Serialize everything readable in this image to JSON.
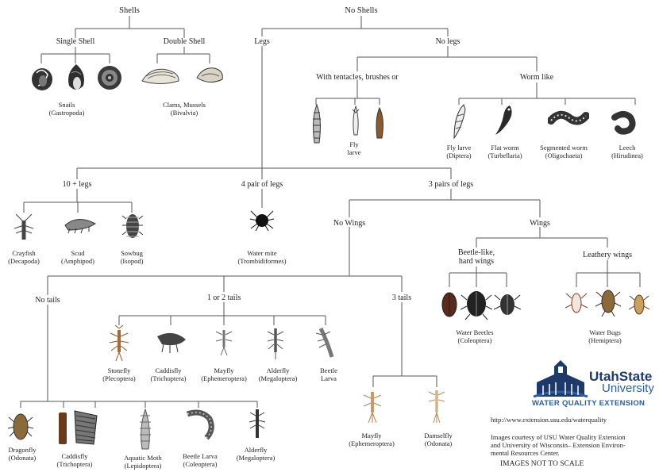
{
  "labels": {
    "shells": "Shells",
    "no_shells": "No Shells",
    "single_shell": "Single Shell",
    "double_shell": "Double Shell",
    "legs": "Legs",
    "no_legs": "No legs",
    "tentacles": "With tentacles, brushes or",
    "worm_like": "Worm like",
    "ten_legs": "10 + legs",
    "four_pair": "4 pair of legs",
    "three_pairs": "3 pairs of legs",
    "no_wings": "No Wings",
    "wings": "Wings",
    "beetle_like": [
      "Beetle-like,",
      "hard wings"
    ],
    "leathery": "Leathery wings",
    "no_tails": "No tails",
    "one_two_tails": "1 or 2 tails",
    "three_tails": "3 tails"
  },
  "captions": {
    "snails": [
      "Snails",
      "(Gastropoda)"
    ],
    "clams": [
      "Clams, Mussels",
      "(Bivalvia)"
    ],
    "fly_larve_tent": [
      "Fly",
      "larve"
    ],
    "fly_larve_worm": [
      "Fly larve",
      "(Diptera)"
    ],
    "flat_worm": [
      "Flat worm",
      "(Turbellaria)"
    ],
    "segmented_worm": [
      "Segmented worm",
      "(Oligochaeta)"
    ],
    "leech": [
      "Leech",
      "(Hirudinea)"
    ],
    "crayfish": [
      "Crayfish",
      "(Decapoda)"
    ],
    "scud": [
      "Scud",
      "(Amphipod)"
    ],
    "sowbug": [
      "Sowbug",
      "(Isopod)"
    ],
    "water_mite": [
      "Water mite",
      "(Trombidiformes)"
    ],
    "stonefly": [
      "Stonefly",
      "(Plecoptera)"
    ],
    "caddisfly1": [
      "Caddisfly",
      "(Trichoptera)"
    ],
    "mayfly1": [
      "Mayfly",
      "(Ephemeroptera)"
    ],
    "alderfly1": [
      "Alderfly",
      "(Megaloptera)"
    ],
    "beetle_larva1": [
      "Beetle",
      "Larva"
    ],
    "water_beetles": [
      "Water Beetles",
      "(Coleoptera)"
    ],
    "water_bugs": [
      "Water Bugs",
      "(Hemiptera)"
    ],
    "dragonfly": [
      "Dragonfly",
      "(Odonata)"
    ],
    "caddisfly2": [
      "Caddisfly",
      "(Trichoptera)"
    ],
    "aquatic_moth": [
      "Aquatic Moth",
      "(Lepidoptera)"
    ],
    "beetle_larva2": [
      "Beetle Larva",
      "(Coleoptera)"
    ],
    "alderfly2": [
      "Alderfly",
      "(Megaloptera)"
    ],
    "mayfly2": [
      "Mayfly",
      "(Ephemeroptera)"
    ],
    "damselfly": [
      "Damselfly",
      "(Odonata)"
    ]
  },
  "logo": {
    "name_line1": "UtahState",
    "name_line2": "University",
    "tagline": "WATER QUALITY EXTENSION"
  },
  "footer": {
    "url": "http://www.extension.usu.edu/waterquality",
    "credit_lines": [
      "Images courtesy of USU Water Quality Extension",
      "and University of Wisconsin– Extension Environ-",
      "mental Resources Center."
    ],
    "scale_note": "IMAGES NOT  TO SCALE"
  },
  "colors": {
    "line": "#555555",
    "logo_dark": "#1e3a6a",
    "logo_blue": "#2a5ea8"
  }
}
